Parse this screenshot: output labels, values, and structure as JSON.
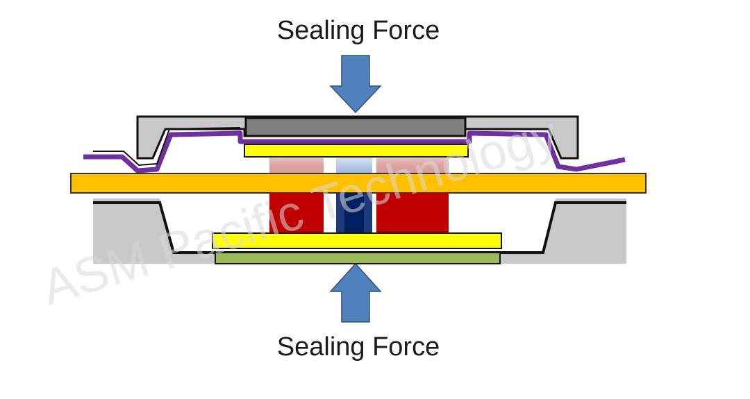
{
  "diagram": {
    "top_label": "Sealing Force",
    "bottom_label": "Sealing Force",
    "watermark": "ASM Pacific Technology",
    "colors": {
      "arrow": "#4f81bd",
      "arrow_outline": "#2f4f78",
      "mold": "#c8c8c8",
      "mold_outline": "#111111",
      "leadframe": "#ffc000",
      "lead_wire": "#7030a0",
      "pad": "#ffff00",
      "substrate": "#9bbb59",
      "die_red": "#c00000",
      "die_blue": "#002060",
      "top_plate": "#808080"
    }
  }
}
